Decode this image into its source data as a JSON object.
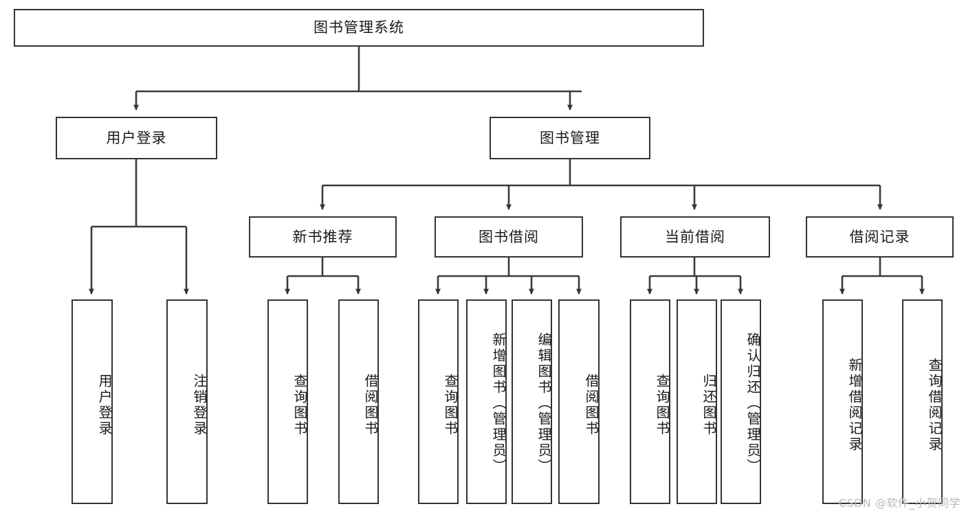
{
  "diagram": {
    "type": "tree-hierarchy",
    "title": "图书管理系统",
    "watermark": "CSDN @软件_小贺同学",
    "colors": {
      "background": "#ffffff",
      "box_border": "#333333",
      "box_fill": "#ffffff",
      "text": "#1a1a1a",
      "connector": "#3a3a3a",
      "watermark": "#b9b9b9"
    },
    "levels": [
      {
        "level": 0,
        "nodes": [
          {
            "id": "root",
            "label": "图书管理系统",
            "orientation": "horizontal"
          }
        ]
      },
      {
        "level": 1,
        "nodes": [
          {
            "id": "login",
            "label": "用户登录",
            "orientation": "horizontal",
            "parent": "root"
          },
          {
            "id": "bookmgmt",
            "label": "图书管理",
            "orientation": "horizontal",
            "parent": "root"
          }
        ]
      },
      {
        "level": 2,
        "nodes": [
          {
            "id": "newbook",
            "label": "新书推荐",
            "orientation": "horizontal",
            "parent": "bookmgmt"
          },
          {
            "id": "borrow",
            "label": "图书借阅",
            "orientation": "horizontal",
            "parent": "bookmgmt"
          },
          {
            "id": "current",
            "label": "当前借阅",
            "orientation": "horizontal",
            "parent": "bookmgmt"
          },
          {
            "id": "records",
            "label": "借阅记录",
            "orientation": "horizontal",
            "parent": "bookmgmt"
          }
        ]
      },
      {
        "level": 3,
        "nodes": [
          {
            "id": "leaf-user-login",
            "label": "用户登录",
            "orientation": "vertical",
            "parent": "login"
          },
          {
            "id": "leaf-user-logout",
            "label": "注销登录",
            "orientation": "vertical",
            "parent": "login"
          },
          {
            "id": "leaf-query-book-1",
            "label": "查询图书",
            "orientation": "vertical",
            "parent": "newbook"
          },
          {
            "id": "leaf-borrow-book-1",
            "label": "借阅图书",
            "orientation": "vertical",
            "parent": "newbook"
          },
          {
            "id": "leaf-query-book-2",
            "label": "查询图书",
            "orientation": "vertical",
            "parent": "borrow"
          },
          {
            "id": "leaf-add-book",
            "label": "新增图书（管理员）",
            "orientation": "vertical",
            "parent": "borrow"
          },
          {
            "id": "leaf-edit-book",
            "label": "编辑图书（管理员）",
            "orientation": "vertical",
            "parent": "borrow"
          },
          {
            "id": "leaf-borrow-book-2",
            "label": "借阅图书",
            "orientation": "vertical",
            "parent": "borrow"
          },
          {
            "id": "leaf-query-book-3",
            "label": "查询图书",
            "orientation": "vertical",
            "parent": "current"
          },
          {
            "id": "leaf-return-book",
            "label": "归还图书",
            "orientation": "vertical",
            "parent": "current"
          },
          {
            "id": "leaf-confirm-return",
            "label": "确认归还（管理员）",
            "orientation": "vertical",
            "parent": "current"
          },
          {
            "id": "leaf-add-record",
            "label": "新增借阅记录",
            "orientation": "vertical",
            "parent": "records"
          },
          {
            "id": "leaf-query-record",
            "label": "查询借阅记录",
            "orientation": "vertical",
            "parent": "records"
          }
        ]
      }
    ]
  }
}
